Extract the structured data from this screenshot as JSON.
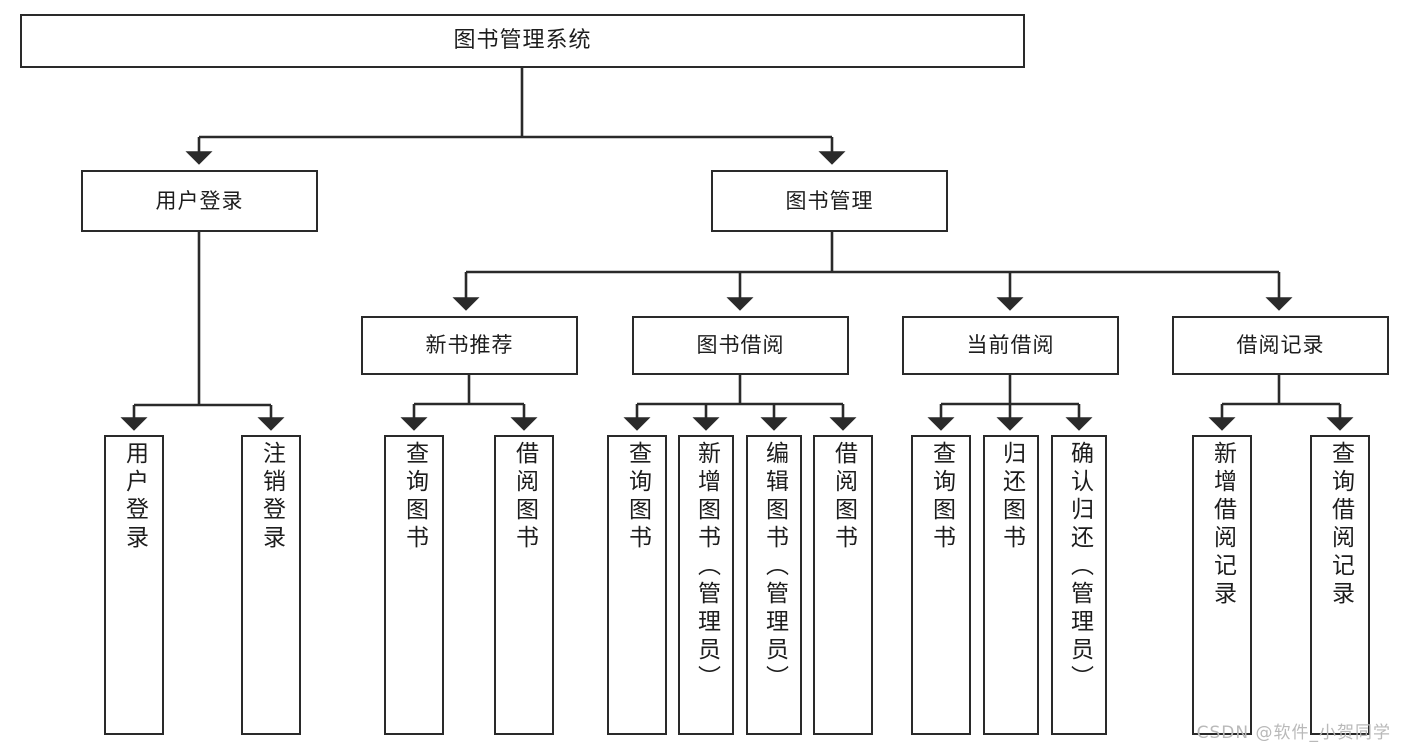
{
  "diagram": {
    "type": "tree-hierarchy",
    "title": "图书管理系统",
    "root": {
      "label": "图书管理系统"
    },
    "level1": [
      {
        "label": "用户登录"
      },
      {
        "label": "图书管理"
      }
    ],
    "level2": [
      {
        "label": "新书推荐",
        "parent": "图书管理"
      },
      {
        "label": "图书借阅",
        "parent": "图书管理"
      },
      {
        "label": "当前借阅",
        "parent": "图书管理"
      },
      {
        "label": "借阅记录",
        "parent": "图书管理"
      }
    ],
    "leaves": [
      {
        "label": "用户登录",
        "parent": "用户登录"
      },
      {
        "label": "注销登录",
        "parent": "用户登录"
      },
      {
        "label": "查询图书",
        "parent": "新书推荐"
      },
      {
        "label": "借阅图书",
        "parent": "新书推荐"
      },
      {
        "label": "查询图书",
        "parent": "图书借阅"
      },
      {
        "label": "新增图书（管理员）",
        "parent": "图书借阅"
      },
      {
        "label": "编辑图书（管理员）",
        "parent": "图书借阅"
      },
      {
        "label": "借阅图书",
        "parent": "图书借阅"
      },
      {
        "label": "查询图书",
        "parent": "当前借阅"
      },
      {
        "label": "归还图书",
        "parent": "当前借阅"
      },
      {
        "label": "确认归还（管理员）",
        "parent": "当前借阅"
      },
      {
        "label": "新增借阅记录",
        "parent": "借阅记录"
      },
      {
        "label": "查询借阅记录",
        "parent": "借阅记录"
      }
    ]
  },
  "watermark": {
    "text": "CSDN @软件_小贺同学"
  },
  "colors": {
    "stroke": "#2a2a2a",
    "fill": "#ffffff",
    "text": "#1d1d1d",
    "watermark": "#b9b9b9"
  }
}
